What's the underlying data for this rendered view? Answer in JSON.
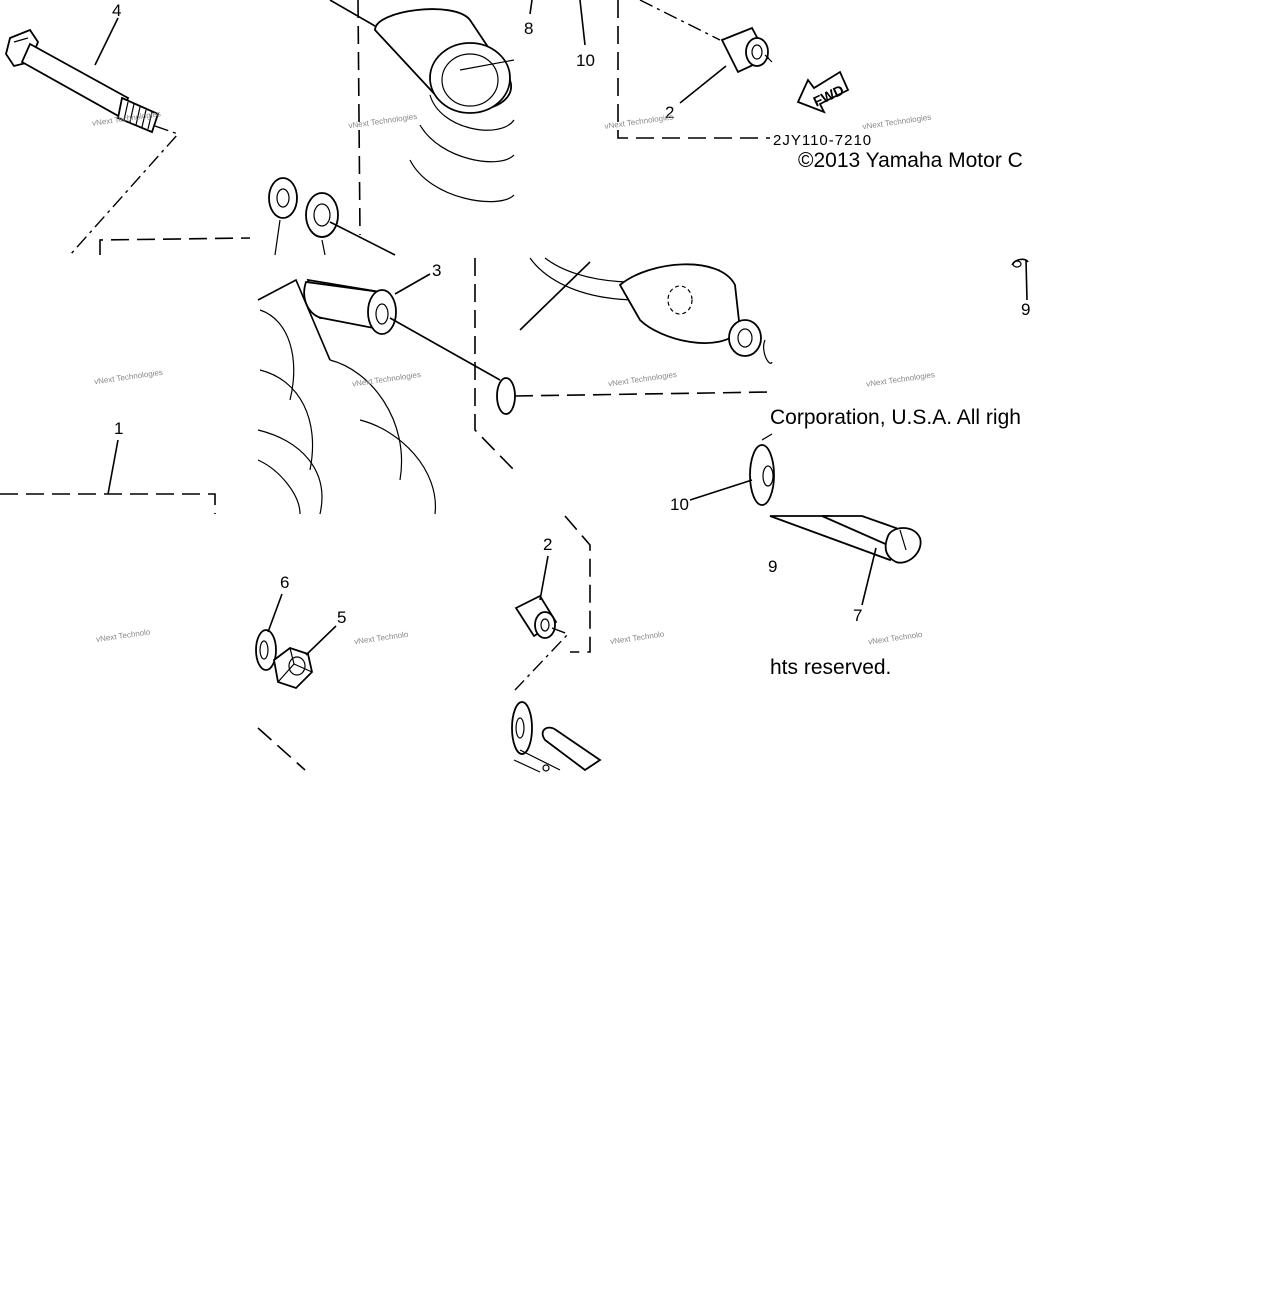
{
  "diagram": {
    "callouts": [
      {
        "id": "c4",
        "text": "4"
      },
      {
        "id": "c8",
        "text": "8"
      },
      {
        "id": "c10a",
        "text": "10"
      },
      {
        "id": "c2a",
        "text": "2"
      },
      {
        "id": "c3",
        "text": "3"
      },
      {
        "id": "c1",
        "text": "1"
      },
      {
        "id": "c10b",
        "text": "10"
      },
      {
        "id": "c2b",
        "text": "2"
      },
      {
        "id": "c6",
        "text": "6"
      },
      {
        "id": "c5",
        "text": "5"
      },
      {
        "id": "c7",
        "text": "7"
      },
      {
        "id": "c9a",
        "text": "9"
      },
      {
        "id": "c9b",
        "text": "9"
      }
    ],
    "fwd_label": "FWD",
    "part_code": "2JY110-7210",
    "copyright_parts": [
      "©2013 Yamaha Motor C",
      "Corporation, U.S.A. All righ",
      "hts reserved."
    ],
    "watermarks": [
      "vNext Technologies",
      "vNext Technologies",
      "vNext Technologies",
      "vNext Technologies",
      "vNext Technologies",
      "vNext Technologies",
      "vNext Technologies",
      "vNext Technologies",
      "vNext Technolo",
      "vNext Technolo",
      "vNext Technolo",
      "vNext Technolo"
    ]
  }
}
